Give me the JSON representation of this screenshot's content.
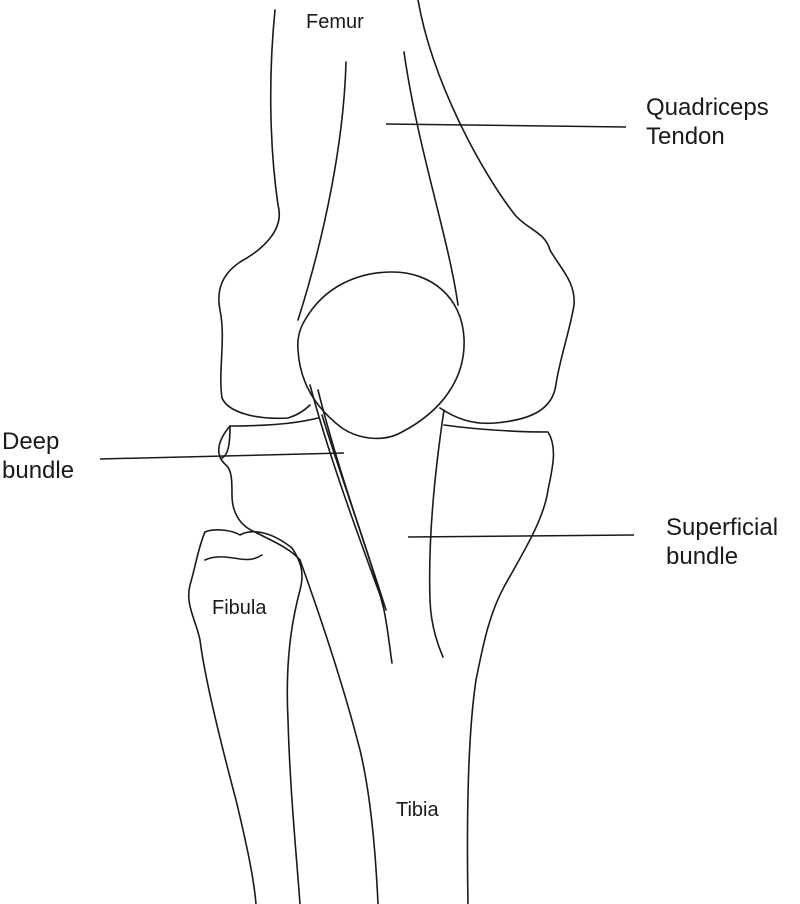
{
  "diagram": {
    "labels": {
      "femur": "Femur",
      "quadriceps_tendon": [
        "Quadriceps",
        "Tendon"
      ],
      "deep_bundle": [
        "Deep",
        "bundle"
      ],
      "superficial_bundle": [
        "Superficial",
        "bundle"
      ],
      "fibula": "Fibula",
      "tibia": "Tibia"
    },
    "colors": {
      "line": "#1a1a1a",
      "background": "#ffffff"
    }
  }
}
